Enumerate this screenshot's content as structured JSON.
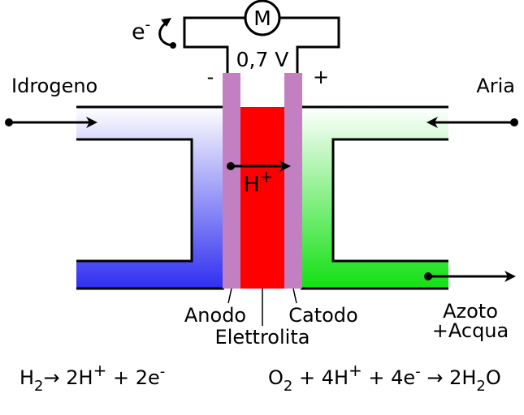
{
  "labels": {
    "electron_letter": "e",
    "electron_minus": "-",
    "motor": "M",
    "voltage": "0,7 V",
    "minus_terminal": "-",
    "plus_terminal": "+",
    "hydrogen": "Idrogeno",
    "air": "Aria",
    "proton_letter": "H",
    "proton_plus": "+",
    "anode": "Anodo",
    "electrolyte": "Elettrolita",
    "cathode": "Catodo",
    "exhaust_line1": "Azoto",
    "exhaust_line2": "+Acqua"
  },
  "anode_equation": {
    "t1": "H",
    "sub1": "2",
    "t2": "→ 2H",
    "sup1": "+",
    "t3": " + 2e",
    "sup2": "-"
  },
  "cathode_equation": {
    "t1": "O",
    "sub1": "2",
    "t2": " + 4H",
    "sup1": "+",
    "t3": " + 4e",
    "sup2": "-",
    "t4": " → 2H",
    "sub2": "2",
    "t5": "O"
  },
  "colors": {
    "hydrogen_side": "#2f2ff0",
    "air_side": "#12e012",
    "electrolyte": "#ff0000",
    "electrode": "#c27fc2",
    "line": "#000000"
  }
}
